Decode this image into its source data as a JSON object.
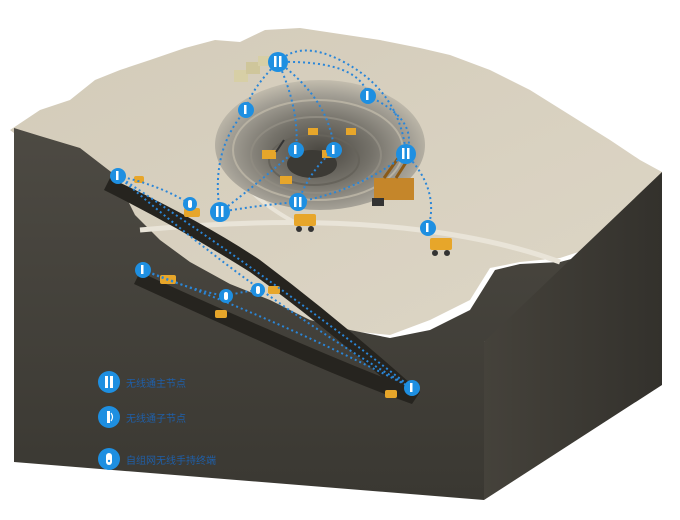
{
  "legend": {
    "items": [
      {
        "label": "无线通主节点",
        "icon": "main-node-icon"
      },
      {
        "label": "无线通子节点",
        "icon": "sub-node-icon"
      },
      {
        "label": "自组网无线手持终端",
        "icon": "handheld-terminal-icon"
      }
    ]
  },
  "colors": {
    "node_fill": "#1e8fe1",
    "link": "#2a86d8",
    "ground": "#d9d2c2",
    "earth_side": "#3d3b35",
    "truck": "#e7a62a"
  }
}
